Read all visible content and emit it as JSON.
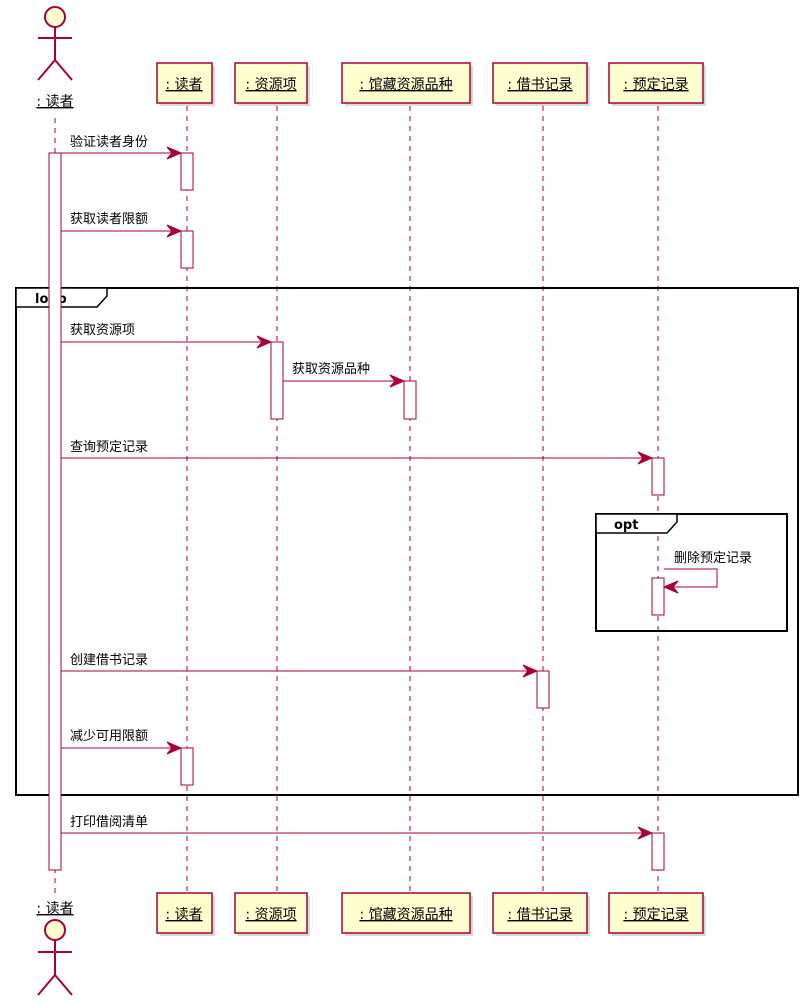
{
  "participants": [
    {
      "id": "reader_actor",
      "label": ": 读者",
      "kind": "actor"
    },
    {
      "id": "reader",
      "label": ": 读者",
      "kind": "participant"
    },
    {
      "id": "resource_item",
      "label": ": 资源项",
      "kind": "participant"
    },
    {
      "id": "collection_type",
      "label": ": 馆藏资源品种",
      "kind": "participant"
    },
    {
      "id": "borrow_record",
      "label": ": 借书记录",
      "kind": "participant"
    },
    {
      "id": "reservation_record",
      "label": ": 预定记录",
      "kind": "participant"
    }
  ],
  "messages": [
    {
      "from": "reader_actor",
      "to": "reader",
      "label": "验证读者身份"
    },
    {
      "from": "reader_actor",
      "to": "reader",
      "label": "获取读者限额"
    },
    {
      "from": "reader_actor",
      "to": "resource_item",
      "label": "获取资源项"
    },
    {
      "from": "resource_item",
      "to": "collection_type",
      "label": "获取资源品种"
    },
    {
      "from": "reader_actor",
      "to": "reservation_record",
      "label": "查询预定记录"
    },
    {
      "from": "reservation_record",
      "to": "reservation_record",
      "label": "删除预定记录"
    },
    {
      "from": "reader_actor",
      "to": "borrow_record",
      "label": "创建借书记录"
    },
    {
      "from": "reader_actor",
      "to": "reader",
      "label": "减少可用限额"
    },
    {
      "from": "reader_actor",
      "to": "reservation_record",
      "label": "打印借阅清单"
    }
  ],
  "fragments": [
    {
      "kind": "loop",
      "label": "loop"
    },
    {
      "kind": "opt",
      "label": "opt"
    }
  ],
  "colors": {
    "line": "#A80036",
    "participant_fill": "#FEFECE",
    "frame": "#000000"
  }
}
